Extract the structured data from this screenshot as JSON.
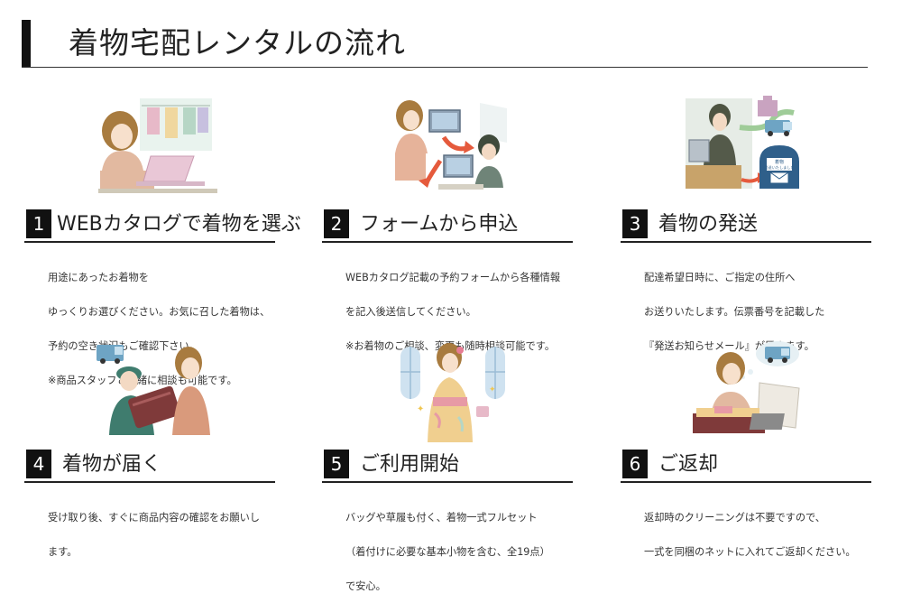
{
  "page": {
    "title": "着物宅配レンタルの流れ"
  },
  "steps": [
    {
      "num": "1",
      "title": "WEBカタログで着物を選ぶ",
      "lines": [
        "用途にあったお着物を",
        "ゆっくりお選びください。お気に召した着物は、",
        "予約の空き状況もご確認下さい。",
        "※商品スタッフと一緒に相談も可能です。"
      ]
    },
    {
      "num": "2",
      "title": "フォームから申込",
      "lines": [
        "WEBカタログ記載の予約フォームから各種情報",
        "を記入後送信してください。",
        "※お着物のご相談、変更も随時相談可能です。"
      ]
    },
    {
      "num": "3",
      "title": "着物の発送",
      "lines": [
        "配達希望日時に、ご指定の住所へ",
        "お送りいたします。伝票番号を記載した",
        "『発送お知らせメール』が届きます。"
      ],
      "postbox_text": [
        "着物",
        "発送いたしました"
      ]
    },
    {
      "num": "4",
      "title": "着物が届く",
      "lines": [
        "受け取り後、すぐに商品内容の確認をお願いし",
        "ます。"
      ]
    },
    {
      "num": "5",
      "title": "ご利用開始",
      "lines": [
        "バッグや草履も付く、着物一式フルセット",
        "（着付けに必要な基本小物を含む、全19点）",
        "で安心。"
      ]
    },
    {
      "num": "6",
      "title": "ご返却",
      "lines": [
        "返却時のクリーニングは不要ですので、",
        "一式を同梱のネットに入れてご返却ください。"
      ]
    }
  ]
}
